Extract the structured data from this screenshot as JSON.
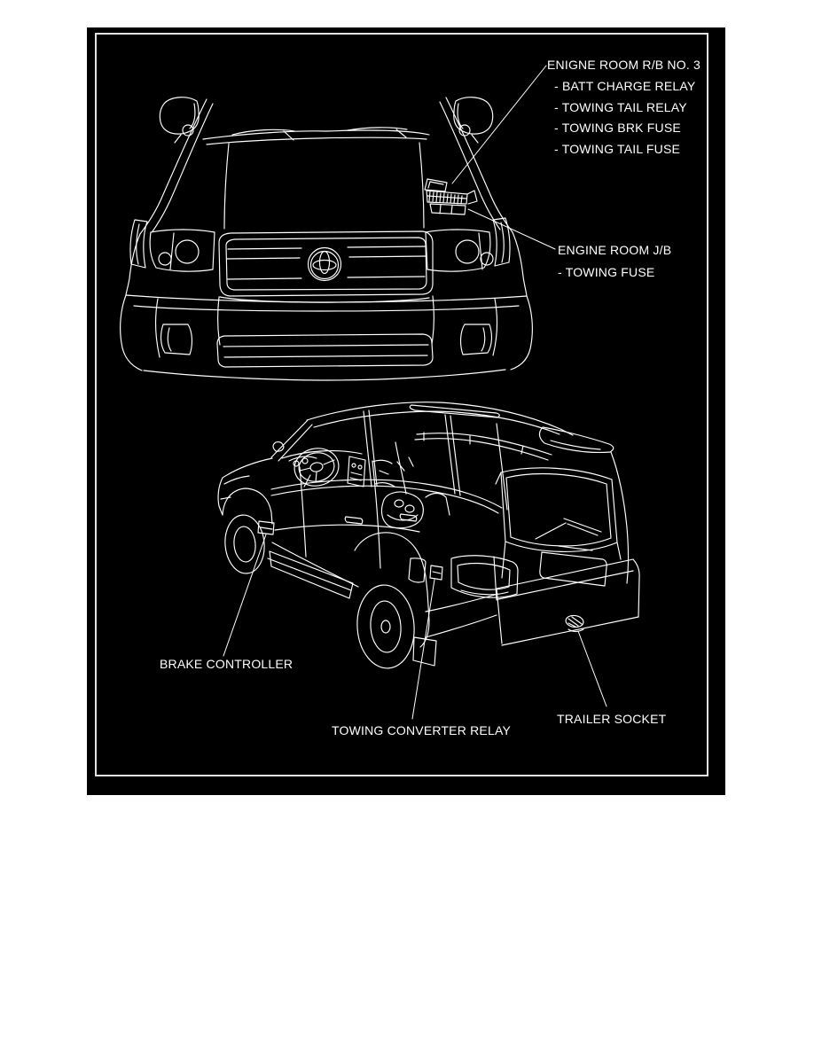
{
  "figure": {
    "panel_bg": "#000000",
    "page_bg": "#ffffff",
    "line_color": "#ffffff",
    "border_color": "#e3e3e3",
    "description": "Vehicle towing component location diagram: front view (engine compartment) and rear three-quarter view"
  },
  "callouts": {
    "engine_room_rb3": {
      "title": "ENIGNE ROOM R/B NO. 3",
      "items": [
        "- BATT CHARGE RELAY",
        "- TOWING TAIL RELAY",
        "- TOWING BRK FUSE",
        "- TOWING TAIL FUSE"
      ]
    },
    "engine_room_jb": {
      "title": "ENGINE ROOM J/B",
      "items": [
        "- TOWING FUSE"
      ]
    },
    "brake_controller": {
      "label": "BRAKE CONTROLLER"
    },
    "towing_converter_relay": {
      "label": "TOWING CONVERTER RELAY"
    },
    "trailer_socket": {
      "label": "TRAILER SOCKET"
    }
  }
}
